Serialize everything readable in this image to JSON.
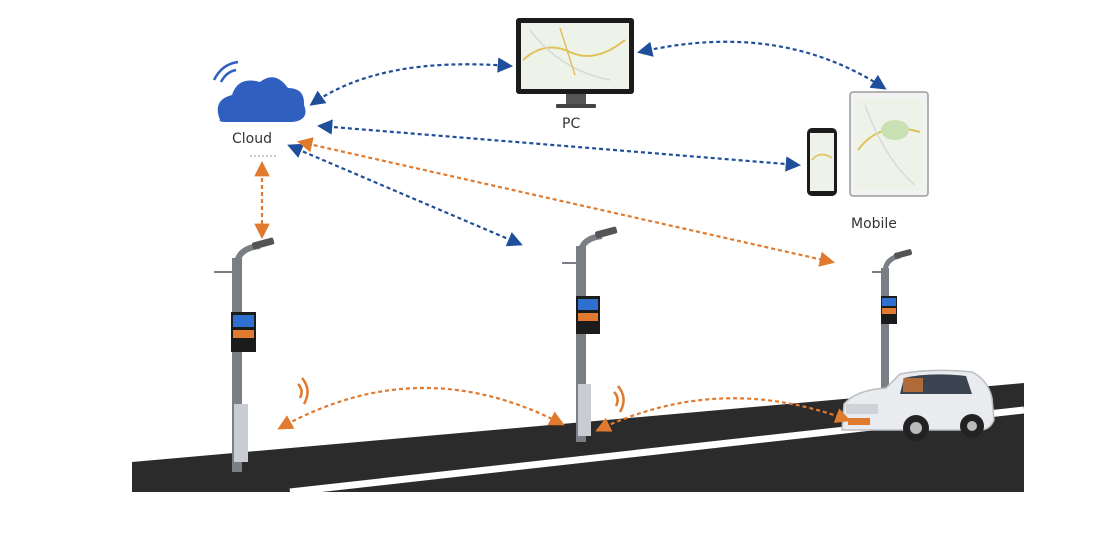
{
  "labels": {
    "cloud": "Cloud",
    "pc": "PC",
    "mobile": "Mobile"
  },
  "colors": {
    "blue_link": "#1f4f9a",
    "orange_link": "#e07a2e",
    "cloud_fill": "#2f5fbf",
    "road": "#2b2b2b",
    "pole": "#7a7f85",
    "screen": "#1b1b1b",
    "map_bg": "#eef3ea"
  },
  "nodes": [
    "cloud",
    "pc",
    "mobile",
    "street-light-1",
    "street-light-2",
    "street-light-3",
    "car"
  ]
}
